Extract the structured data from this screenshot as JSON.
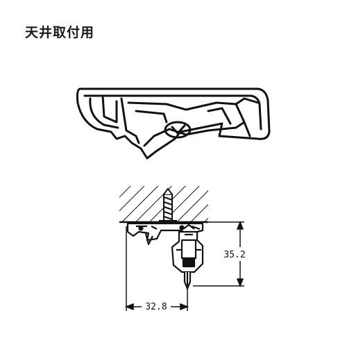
{
  "title": "天井取付用",
  "dimensions": {
    "height_label": "35.2",
    "width_label": "32.8"
  },
  "colors": {
    "line": "#111111",
    "background": "#ffffff"
  }
}
